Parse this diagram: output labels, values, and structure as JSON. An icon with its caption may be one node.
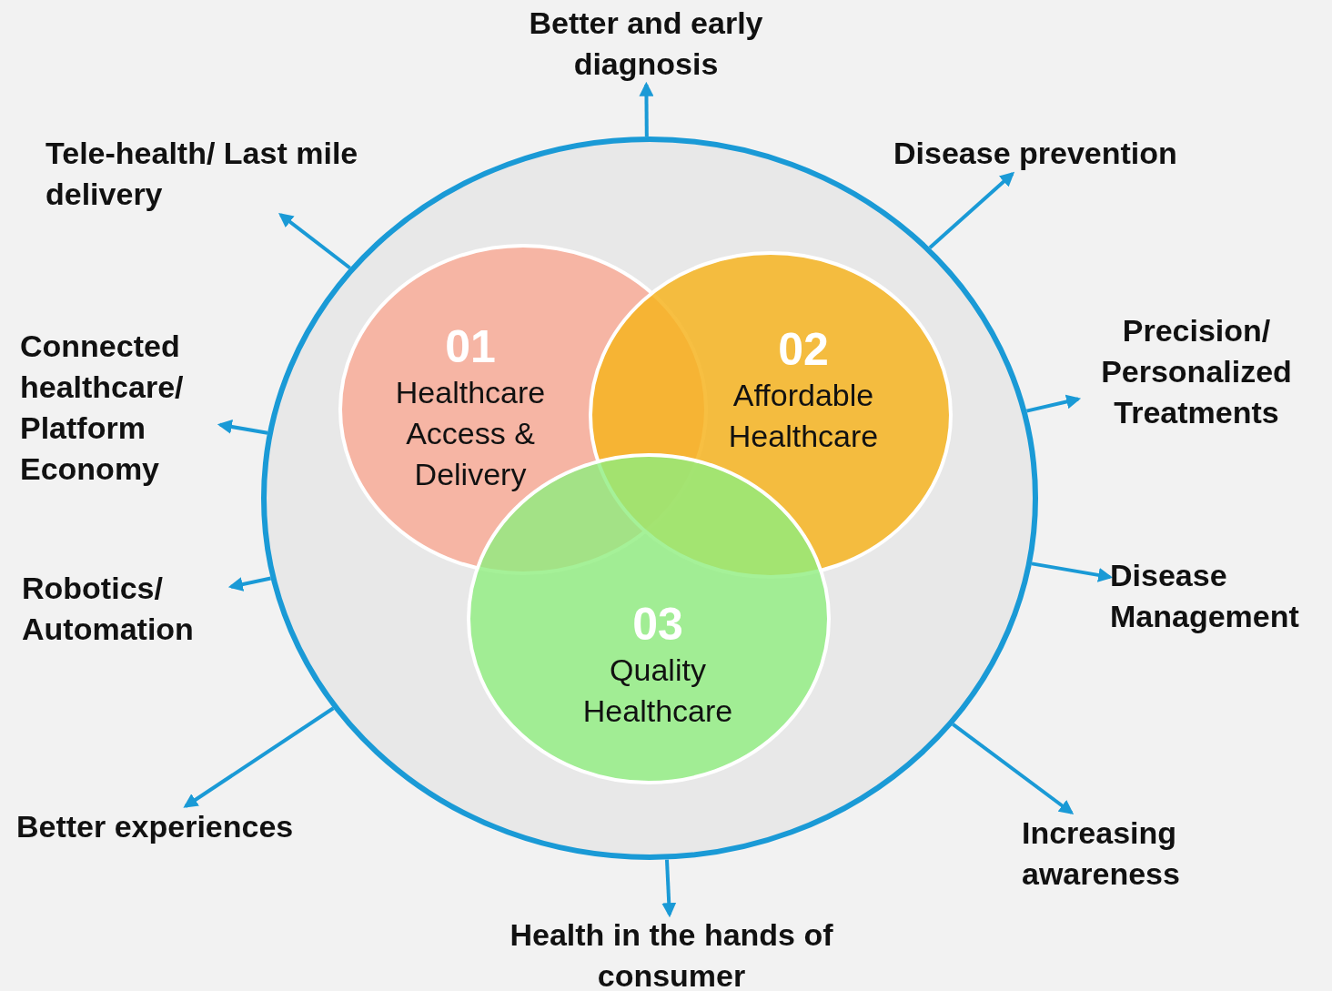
{
  "diagram": {
    "nodes": [
      {
        "text": [],
        "shape": "circle"
      },
      {
        "text": [
          "01",
          "Healthcare Access & Delivery"
        ],
        "in": 0
      },
      {
        "text": [
          "02",
          "Affordable Healthcare"
        ],
        "in": 0
      },
      {
        "text": [
          "03",
          "Quality Healthcare"
        ],
        "in": 0
      },
      {
        "text": [
          "Better and early diagnosis"
        ]
      },
      {
        "text": [
          "Tele-health/ Last mile delivery"
        ]
      },
      {
        "text": [
          "Disease prevention"
        ]
      },
      {
        "text": [
          "Precision/ Personalized Treatments"
        ]
      },
      {
        "text": [
          "Connected healthcare/ Platform Economy"
        ]
      },
      {
        "text": [
          "Disease Management"
        ]
      },
      {
        "text": [
          "Robotics/ Automation"
        ]
      },
      {
        "text": [
          "Better experiences"
        ]
      },
      {
        "text": [
          "Increasing awareness"
        ]
      },
      {
        "text": [
          "Health in the hands of consumer"
        ]
      }
    ],
    "edges": [
      {
        "from": 0,
        "to": 4,
        "arrow": "to"
      },
      {
        "from": 0,
        "to": 5,
        "arrow": "to"
      },
      {
        "from": 0,
        "to": 6,
        "arrow": "to"
      },
      {
        "from": 0,
        "to": 7,
        "arrow": "to"
      },
      {
        "from": 0,
        "to": 8,
        "arrow": "to"
      },
      {
        "from": 0,
        "to": 9,
        "arrow": "to"
      },
      {
        "from": 0,
        "to": 10,
        "arrow": "to"
      },
      {
        "from": 0,
        "to": 11,
        "arrow": "to"
      },
      {
        "from": 0,
        "to": 12,
        "arrow": "to"
      },
      {
        "from": 0,
        "to": 13,
        "arrow": "to"
      }
    ]
  }
}
